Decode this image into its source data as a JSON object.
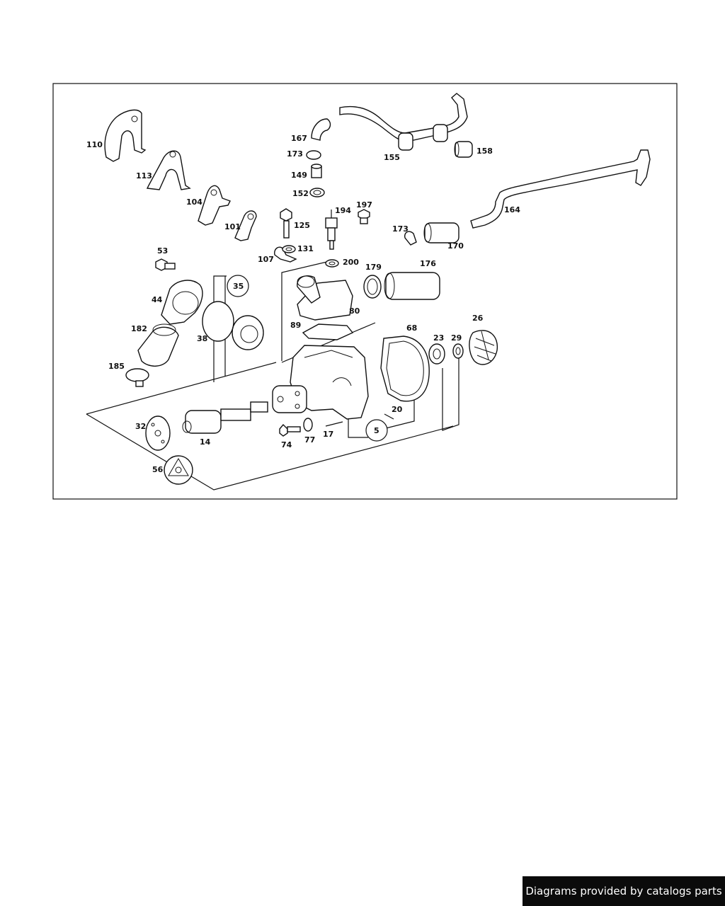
{
  "diagram": {
    "callouts": {
      "c110": "110",
      "c113": "113",
      "c104": "104",
      "c101": "101",
      "c107": "107",
      "c125": "125",
      "c131": "131",
      "c167": "167",
      "c173a": "173",
      "c149": "149",
      "c152": "152",
      "c155": "155",
      "c158": "158",
      "c194": "194",
      "c197": "197",
      "c200": "200",
      "c164": "164",
      "c173b": "173",
      "c170": "170",
      "c179": "179",
      "c176": "176",
      "c53": "53",
      "c44": "44",
      "c35": "35",
      "c38": "38",
      "c182": "182",
      "c185": "185",
      "c80": "80",
      "c89": "89",
      "c68": "68",
      "c23": "23",
      "c29": "29",
      "c26": "26",
      "c20": "20",
      "c5": "5",
      "c17": "17",
      "c77": "77",
      "c74": "74",
      "c32": "32",
      "c14": "14",
      "c56": "56"
    }
  },
  "footer": {
    "text": "Diagrams provided by catalogs parts"
  }
}
